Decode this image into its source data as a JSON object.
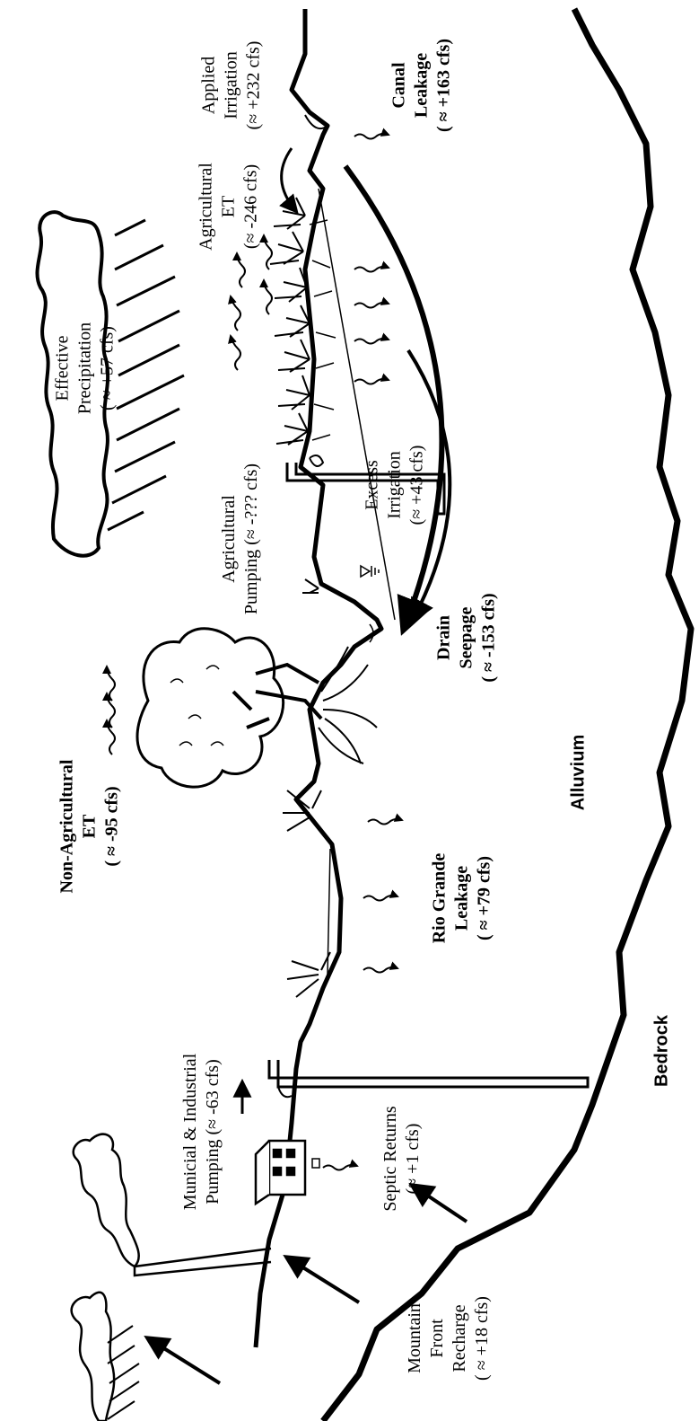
{
  "labels": {
    "effective_precipitation": [
      "Effective",
      "Precipitation",
      "( ≈ +57 cfs)"
    ],
    "agricultural_et": [
      "Agricultural",
      "ET",
      "(≈ -246 cfs)"
    ],
    "applied_irrigation": [
      "Applied",
      "Irrigation",
      "(≈ +232 cfs)"
    ],
    "canal_leakage": [
      "Canal",
      "Leakage",
      "( ≈ +163 cfs)"
    ],
    "excess_irrigation": [
      "Excess",
      "Irrigation",
      "(≈ +43 cfs)"
    ],
    "agricultural_pumping": [
      "Agricultural",
      "Pumping  (≈ -??? cfs)"
    ],
    "drain_seepage": [
      "Drain",
      "Seepage",
      "( ≈ -153 cfs)"
    ],
    "non_agricultural_et": [
      "Non-Agricultural",
      "ET",
      "( ≈ -95 cfs)"
    ],
    "rio_grande_leakage": [
      "Rio Grande",
      "Leakage",
      "( ≈ +79 cfs)"
    ],
    "alluvium": "Alluvium",
    "bedrock": "Bedrock",
    "municipal_industrial_pumping": [
      "Municial & Industrial",
      "Pumping (≈ -63 cfs)"
    ],
    "septic_returns": [
      "Septic Returns",
      "(≈ +1 cfs)"
    ],
    "mountain_front_recharge": [
      "Mountain",
      "Front",
      "Recharge",
      "( ≈ +18 cfs)"
    ]
  },
  "colors": {
    "ink": "#000000",
    "background": "#ffffff"
  }
}
